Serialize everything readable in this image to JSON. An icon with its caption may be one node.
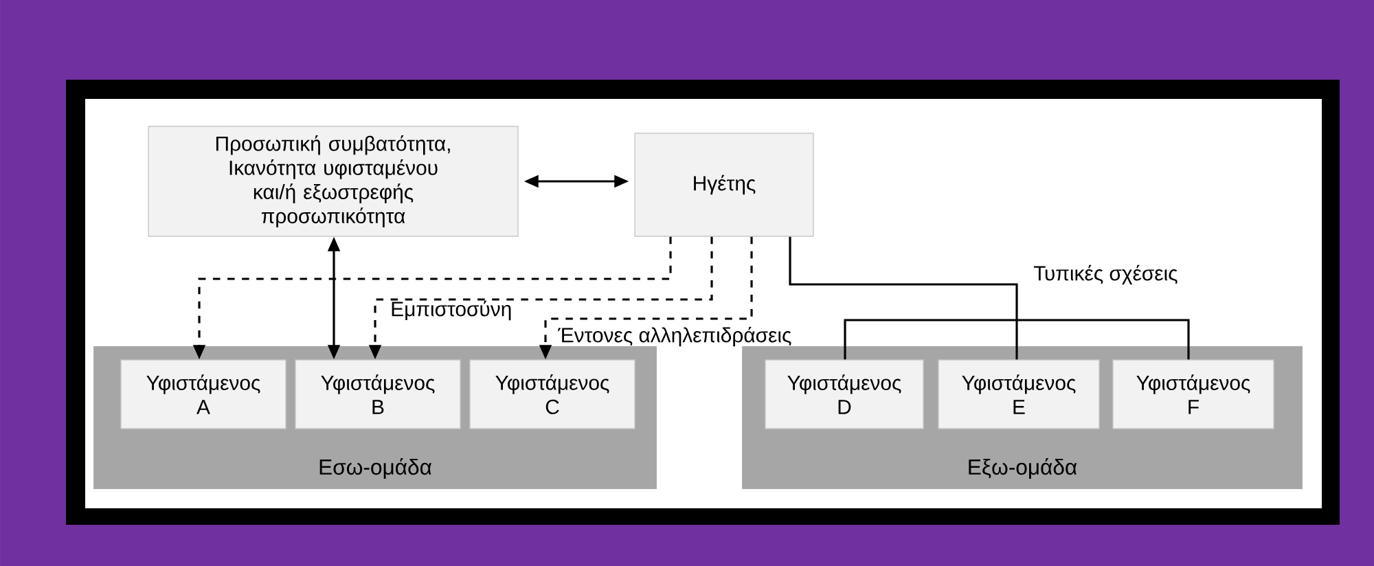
{
  "diagram": {
    "nodes": [
      {
        "text": [
          "Προσωπική συμβατότητα, Ικανότητα υφισταμένου και/ή εξωστρεφής προσωπικότητα"
        ]
      },
      {
        "text": [
          "Ηγέτης"
        ]
      },
      {
        "text": [
          "Εσω-ομάδα"
        ]
      },
      {
        "text": [
          "Υφιστάμενος A"
        ],
        "in": 2
      },
      {
        "text": [
          "Υφιστάμενος B"
        ],
        "in": 2
      },
      {
        "text": [
          "Υφιστάμενος C"
        ],
        "in": 2
      },
      {
        "text": [
          "Εξω-ομάδα"
        ]
      },
      {
        "text": [
          "Υφιστάμενος D"
        ],
        "in": 6
      },
      {
        "text": [
          "Υφιστάμενος E"
        ],
        "in": 6
      },
      {
        "text": [
          "Υφιστάμενος F"
        ],
        "in": 6
      }
    ],
    "edges": [
      {
        "from": 0,
        "to": 1,
        "arrow": "both"
      },
      {
        "from": 0,
        "to": 4,
        "arrow": "both"
      },
      {
        "from": 1,
        "to": 3,
        "arrow": "to",
        "style": "dashed"
      },
      {
        "from": 1,
        "to": 4,
        "arrow": "to",
        "style": "dashed"
      },
      {
        "from": 1,
        "to": 5,
        "arrow": "to",
        "style": "dashed"
      },
      {
        "from": 1,
        "to": 7,
        "arrow": "none"
      },
      {
        "from": 1,
        "to": 8,
        "arrow": "none"
      },
      {
        "from": 1,
        "to": 9,
        "arrow": "none"
      }
    ],
    "labels": [
      "Τυπικές σχέσεις",
      "Εμπιστοσύνη",
      "Έντονες αλληλεπιδράσεις"
    ]
  }
}
